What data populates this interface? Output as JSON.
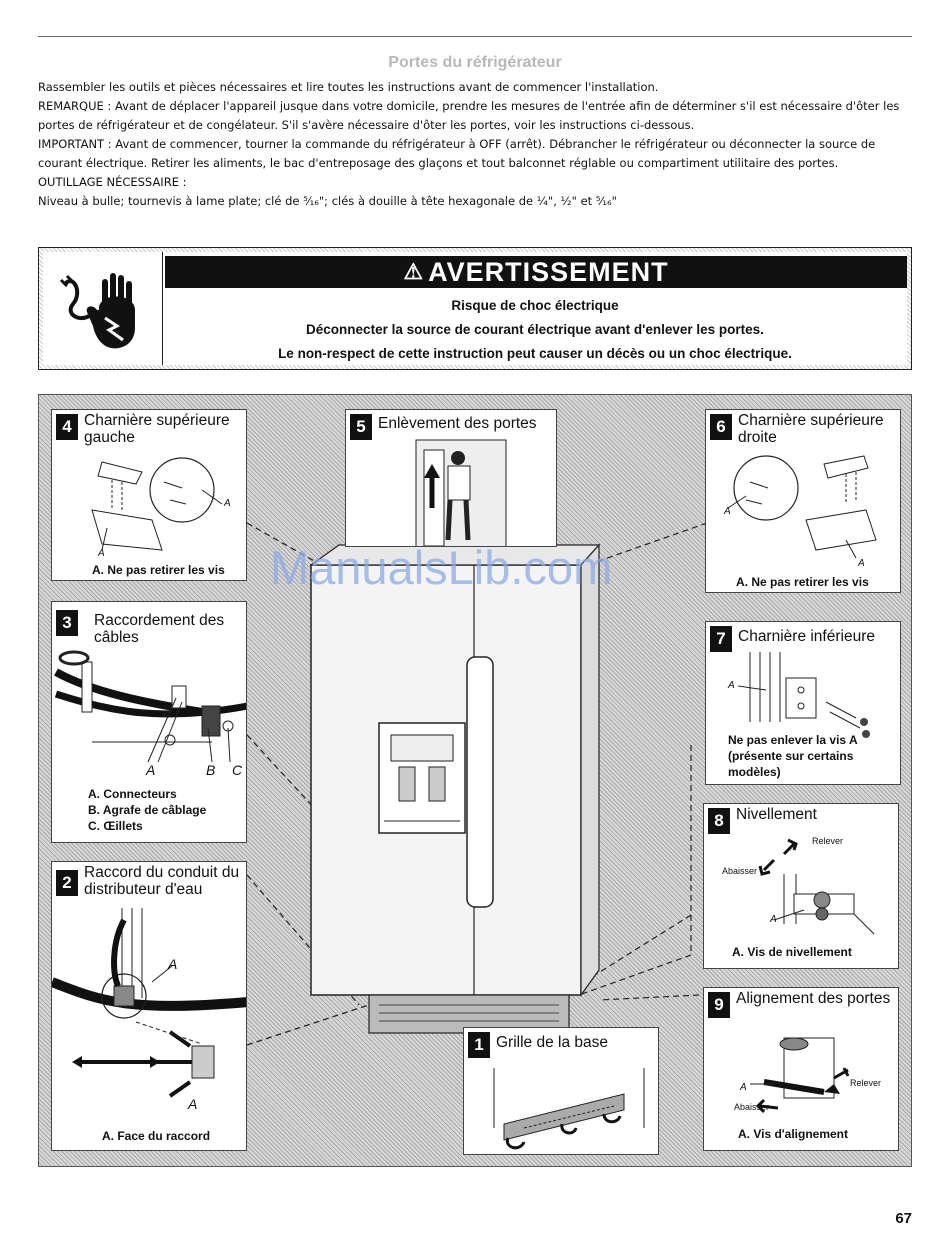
{
  "title": "Portes du réfrigérateur",
  "intro": {
    "p1": "Rassembler les outils et pièces nécessaires et lire toutes les instructions avant de commencer l'installation.",
    "p2": "REMARQUE : Avant de déplacer l'appareil jusque dans votre domicile, prendre les mesures de l'entrée afin de déterminer s'il est nécessaire d'ôter les portes de réfrigérateur et de congélateur. S'il s'avère nécessaire d'ôter les portes, voir les instructions ci-dessous.",
    "p3": "IMPORTANT : Avant de commencer, tourner la commande du réfrigérateur à OFF (arrêt). Débrancher le réfrigérateur ou déconnecter la source de courant électrique. Retirer les aliments, le bac d'entreposage des glaçons et tout balconnet réglable ou compartiment utilitaire des portes.",
    "p4": "OUTILLAGE NÉCESSAIRE :",
    "p5": "Niveau à bulle; tournevis à lame plate; clé de ⁵⁄₁₆\"; clés à douille à tête hexagonale de ¹⁄₄\", ¹⁄₂\" et ⁵⁄₁₆\""
  },
  "warning": {
    "header": "AVERTISSEMENT",
    "line1": "Risque de choc électrique",
    "line2": "Déconnecter la source de courant électrique avant d'enlever les portes.",
    "line3": "Le non-respect de cette instruction peut causer un décès ou un choc électrique."
  },
  "panels": {
    "p4": {
      "num": "4",
      "title": "Charnière supérieure gauche",
      "label_a": "A",
      "caption": "A. Ne pas retirer les vis"
    },
    "p5": {
      "num": "5",
      "title": "Enlèvement des portes"
    },
    "p6": {
      "num": "6",
      "title": "Charnière supérieure droite",
      "label_a": "A",
      "caption": "A. Ne pas retirer les vis"
    },
    "p3": {
      "num": "3",
      "title": "Raccordement des câbles",
      "label_a": "A",
      "label_b": "B",
      "label_c": "C",
      "cap1": "A. Connecteurs",
      "cap2": "B. Agrafe de câblage",
      "cap3": "C. Œillets"
    },
    "p7": {
      "num": "7",
      "title": "Charnière inférieure",
      "label_a": "A",
      "caption": "Ne pas enlever la vis A (présente sur certains modèles)"
    },
    "p8": {
      "num": "8",
      "title": "Nivellement",
      "raise": "Relever",
      "lower": "Abaisser",
      "label_a": "A",
      "caption": "A. Vis de nivellement"
    },
    "p2": {
      "num": "2",
      "title": "Raccord du conduit du distributeur d'eau",
      "label_a": "A",
      "caption": "A. Face du raccord"
    },
    "p1": {
      "num": "1",
      "title": "Grille de la base"
    },
    "p9": {
      "num": "9",
      "title": "Alignement des portes",
      "raise": "Relever",
      "lower": "Abaisser",
      "label_a": "A",
      "caption": "A. Vis d'alignement"
    }
  },
  "watermark": "ManualsLib.com",
  "page_number": "67"
}
